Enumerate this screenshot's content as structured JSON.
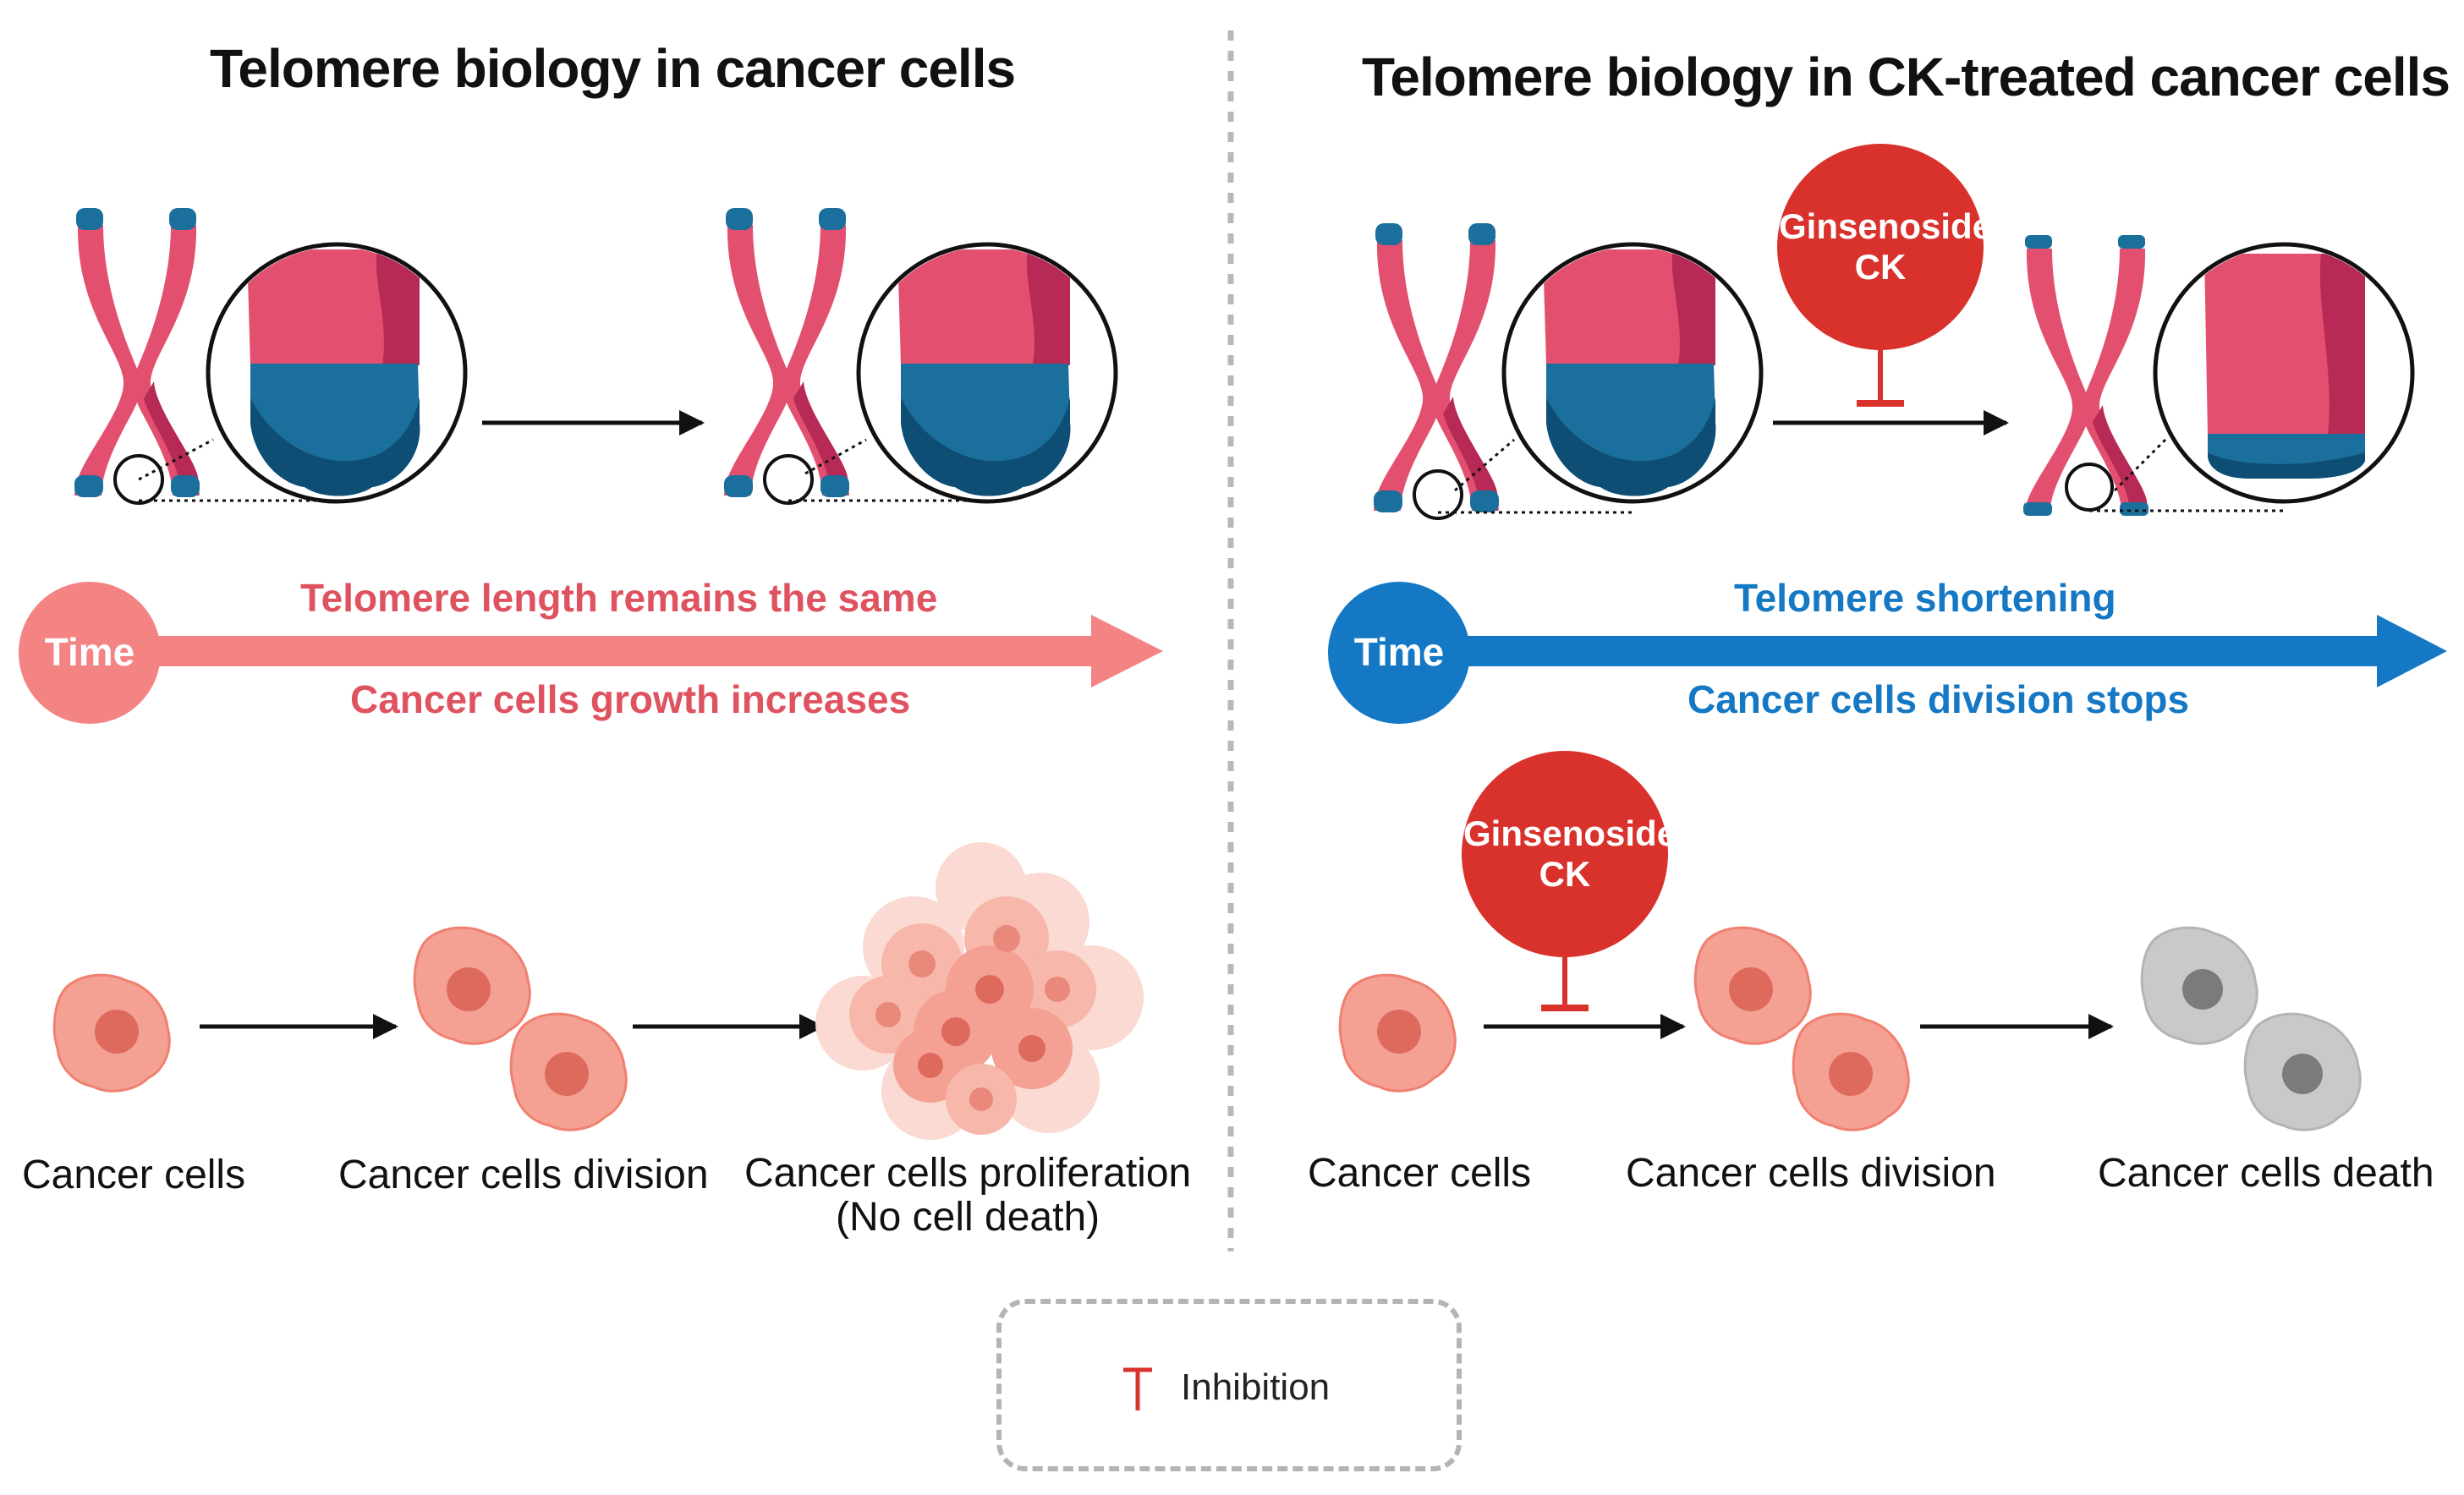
{
  "left_panel": {
    "title": "Telomere biology in cancer cells",
    "timeline": {
      "time_label": "Time",
      "top_text": "Telomere length remains the same",
      "bottom_text": "Cancer cells growth increases",
      "color": "#f48384"
    },
    "captions": [
      "Cancer cells",
      "Cancer cells division",
      "Cancer cells proliferation",
      "(No cell death)"
    ]
  },
  "right_panel": {
    "title": "Telomere biology in CK-treated cancer cells",
    "inhibitor_top": "Ginsenoside\nCK",
    "inhibitor_bottom": "Ginsenoside\nCK",
    "timeline": {
      "time_label": "Time",
      "top_text": "Telomere shortening",
      "bottom_text": "Cancer cells division stops",
      "color": "#1478c4"
    },
    "captions": [
      "Cancer cells",
      "Cancer cells division",
      "Cancer cells death"
    ]
  },
  "legend": {
    "inhibition_label": "Inhibition"
  },
  "colors": {
    "chromosome_pink": "#e3506f",
    "chromosome_dark_pink": "#b72a56",
    "telomere_blue": "#1b6f9c",
    "telomere_dark_blue": "#0e4e75",
    "inhibitor_red": "#d9322c",
    "cell_pink": "#f4a193",
    "cell_nucleus": "#de6a5e",
    "dead_cell_gray": "#c3c3c3",
    "dead_cell_nucleus": "#7b7b7b",
    "arrow": "#111111",
    "divider": "#b8b8b8"
  }
}
